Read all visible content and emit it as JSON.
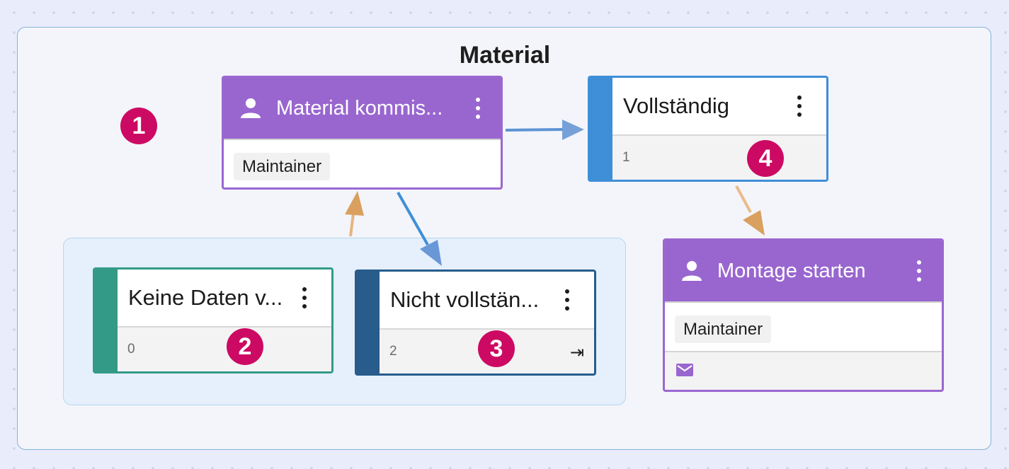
{
  "group": {
    "title": "Material"
  },
  "nodes": {
    "material_kommissionieren": {
      "title": "Material kommis...",
      "role": "Maintainer",
      "icon": "person-icon"
    },
    "vollstaendig": {
      "title": "Vollständig",
      "count": "1",
      "stripe_color": "#3f8fd8"
    },
    "keine_daten": {
      "title": "Keine Daten v...",
      "count": "0",
      "stripe_color": "#339a87"
    },
    "nicht_vollstaendig": {
      "title": "Nicht vollstän...",
      "count": "2",
      "stripe_color": "#275c8c",
      "goto_symbol": "⇥"
    },
    "montage_starten": {
      "title": "Montage starten",
      "role": "Maintainer",
      "icon": "person-icon",
      "footer_icon": "mail-icon"
    }
  },
  "badges": [
    "1",
    "2",
    "3",
    "4"
  ],
  "colors": {
    "task_purple": "#9966cf",
    "badge": "#cc0a63",
    "edge_blue": "#3f8fd8",
    "edge_orange": "#d9a05f"
  }
}
